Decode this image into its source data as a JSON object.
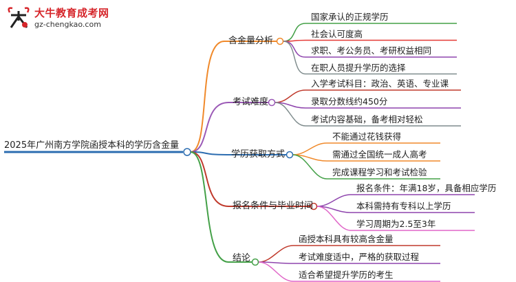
{
  "logo": {
    "title": "大牛教育成考网",
    "url": "gz-chengkao.com",
    "colors": {
      "primary": "#d6262b",
      "dark": "#222222"
    }
  },
  "root": {
    "label": "2025年广州南方学院函授本科的学历含金量",
    "color": "#2b6cb0"
  },
  "branches": [
    {
      "label": "含金量分析",
      "color": "#f0892a",
      "leaves": [
        "国家承认的正规学历",
        "社会认可度高",
        "求职、考公务员、考研权益相同",
        "在职人员提升学历的选择"
      ],
      "leaf_colors": [
        "#43a047",
        "#e53935",
        "#8e44ad",
        "#7f8c8d"
      ]
    },
    {
      "label": "考试难度",
      "color": "#9b59b6",
      "leaves": [
        "入学考试科目：政治、英语、专业课",
        "录取分数线约450分",
        "考试内容基础，备考相对轻松"
      ],
      "leaf_colors": [
        "#c0392b",
        "#8e44ad",
        "#7f8c8d"
      ]
    },
    {
      "label": "学历获取方式",
      "color": "#2b6cb0",
      "leaves": [
        "不能通过花钱获得",
        "需通过全国统一成人高考",
        "完成课程学习和考试检验"
      ],
      "leaf_colors": [
        "#f0892a",
        "#f0892a",
        "#43a047"
      ]
    },
    {
      "label": "报名条件与毕业时间",
      "color": "#c0392b",
      "leaves": [
        "报名条件：年满18岁，具备相应学历",
        "本科需持有专科以上学历",
        "学习周期为2.5至3年"
      ],
      "leaf_colors": [
        "#8e44ad",
        "#8e44ad",
        "#e066c8"
      ]
    },
    {
      "label": "结论",
      "color": "#43a047",
      "leaves": [
        "函授本科具有较高含金量",
        "考试难度适中，严格的获取过程",
        "适合希望提升学历的考生"
      ],
      "leaf_colors": [
        "#c0392b",
        "#8e44ad",
        "#e066c8"
      ]
    }
  ]
}
